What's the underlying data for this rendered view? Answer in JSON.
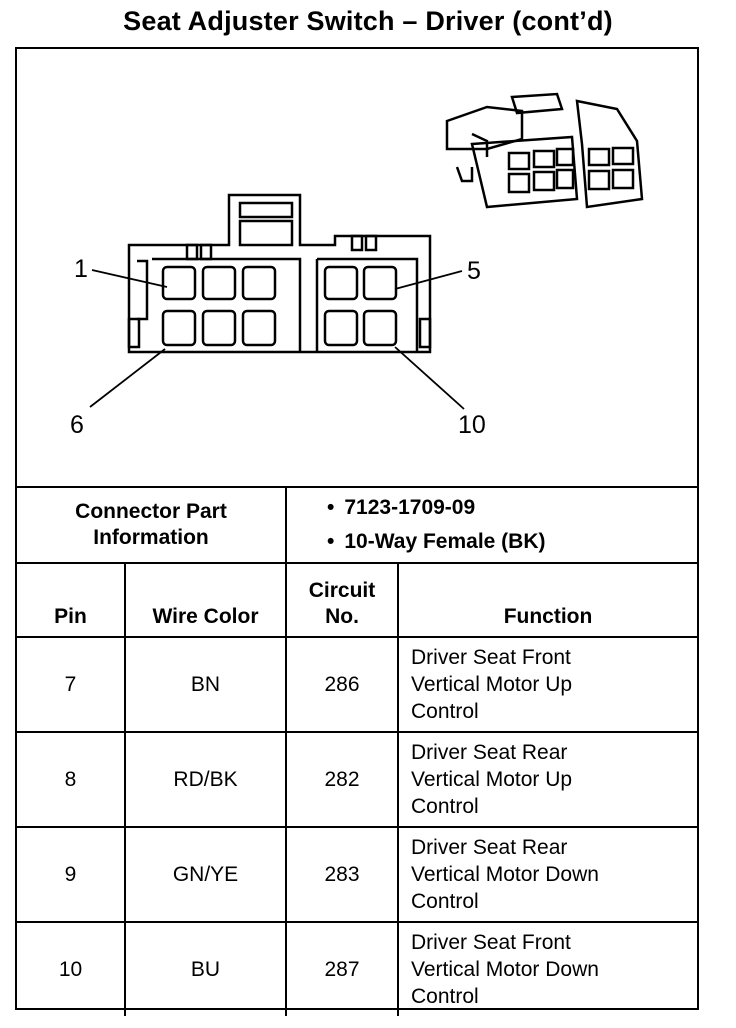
{
  "title": "Seat Adjuster Switch – Driver  (cont’d)",
  "diagram": {
    "callouts": [
      "1",
      "5",
      "6",
      "10"
    ]
  },
  "connector_info": {
    "label": "Connector Part Information",
    "values": [
      "7123-1709-09",
      "10-Way Female (BK)"
    ]
  },
  "table": {
    "headers": {
      "pin": "Pin",
      "wire_color": "Wire Color",
      "circuit": "Circuit No.",
      "function": "Function"
    },
    "rows": [
      {
        "pin": "7",
        "wire_color": "BN",
        "circuit": "286",
        "function": [
          "Driver Seat Front",
          "Vertical Motor Up",
          "Control"
        ]
      },
      {
        "pin": "8",
        "wire_color": "RD/BK",
        "circuit": "282",
        "function": [
          "Driver Seat Rear",
          "Vertical Motor Up",
          "Control"
        ]
      },
      {
        "pin": "9",
        "wire_color": "GN/YE",
        "circuit": "283",
        "function": [
          "Driver Seat Rear",
          "Vertical Motor Down",
          "Control"
        ]
      },
      {
        "pin": "10",
        "wire_color": "BU",
        "circuit": "287",
        "function": [
          "Driver Seat Front",
          "Vertical Motor Down",
          "Control"
        ]
      }
    ]
  }
}
